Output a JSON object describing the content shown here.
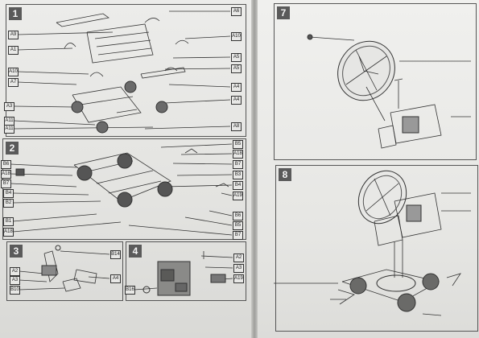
{
  "steps": {
    "step1": {
      "number": "1",
      "left_tags": [
        "A9",
        "A1",
        "A10",
        "A7",
        "A3",
        "A11",
        "A11"
      ],
      "right_tags": [
        "A6",
        "A10",
        "A5",
        "A5",
        "A4",
        "A4",
        "A8"
      ]
    },
    "step2": {
      "number": "2",
      "left_tags": [
        "B6",
        "A18",
        "B7",
        "B4",
        "B2",
        "B1",
        "A18"
      ],
      "right_tags": [
        "B5",
        "A18",
        "B7",
        "B3",
        "B4",
        "A19",
        "B6",
        "B5",
        "B7"
      ]
    },
    "step3": {
      "number": "3",
      "left_tags": [
        "A2",
        "A3",
        "B10"
      ],
      "right_tags": [
        "B14",
        "A4"
      ]
    },
    "step4": {
      "number": "4",
      "left_tags": [
        "B16"
      ],
      "right_tags": [
        "A2",
        "A3",
        "A19"
      ]
    },
    "step7": {
      "number": "7"
    },
    "step8": {
      "number": "8"
    }
  }
}
